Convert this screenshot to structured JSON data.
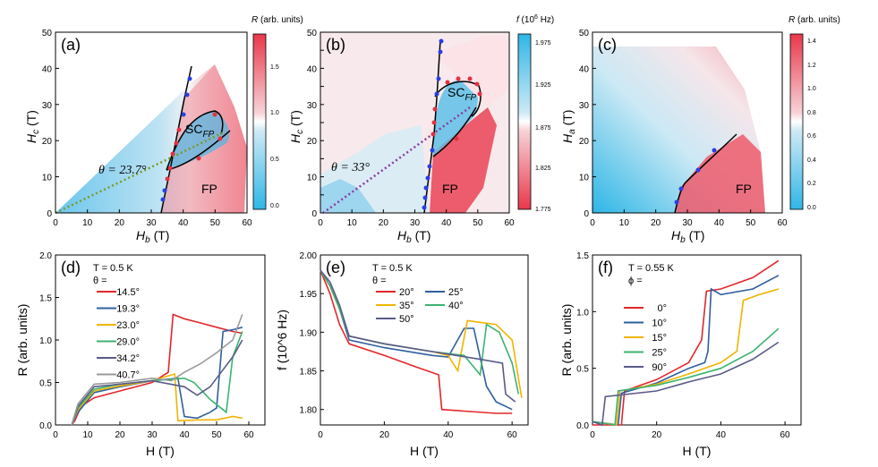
{
  "panels": [
    {
      "id": "a",
      "letter": "(a)",
      "xlabel": "H_b (T)",
      "ylabel": "H_c (T)",
      "colorbar_label": "R (arb. units)",
      "angle_label": "θ = 23.7°",
      "sc_label": "SC_FP",
      "fp_label": "FP",
      "xlim": [
        0,
        60
      ],
      "ylim": [
        0,
        50
      ],
      "xticks": [
        0,
        10,
        20,
        30,
        40,
        50,
        60
      ],
      "yticks": [
        0,
        10,
        20,
        30,
        40,
        50
      ],
      "cbar_ticks": [
        "1.5",
        "1.0",
        "0.5",
        "0.0"
      ]
    },
    {
      "id": "b",
      "letter": "(b)",
      "xlabel": "H_b (T)",
      "ylabel": "H_c (T)",
      "colorbar_label": "f (10^6 Hz)",
      "angle_label": "θ = 33°",
      "sc_label": "SC_FP",
      "fp_label": "FP",
      "xlim": [
        0,
        60
      ],
      "ylim": [
        0,
        50
      ],
      "xticks": [
        0,
        10,
        20,
        30,
        40,
        50,
        60
      ],
      "yticks": [
        0,
        5,
        10,
        15,
        20,
        25,
        30,
        35,
        40,
        45,
        50
      ],
      "cbar_ticks": [
        "1.975",
        "1.925",
        "1.875",
        "1.825",
        "1.775"
      ]
    },
    {
      "id": "c",
      "letter": "(c)",
      "xlabel": "H_b (T)",
      "ylabel": "H_a (T)",
      "colorbar_label": "R (arb. units)",
      "fp_label": "FP",
      "xlim": [
        0,
        60
      ],
      "ylim": [
        0,
        50
      ],
      "xticks": [
        0,
        10,
        20,
        30,
        40,
        50,
        60
      ],
      "yticks": [
        0,
        10,
        20,
        30,
        40,
        50
      ],
      "cbar_ticks": [
        "1.4",
        "1.2",
        "1.0",
        "0.8",
        "0.6",
        "0.4",
        "0.2",
        "0.0"
      ]
    }
  ],
  "chart_data": [
    {
      "type": "line",
      "panel": "(d)",
      "title_lines": [
        "T = 0.5 K",
        "θ ="
      ],
      "xlabel": "H (T)",
      "ylabel": "R (arb. units)",
      "xlim": [
        0,
        65
      ],
      "ylim": [
        0,
        2.0
      ],
      "xticks": [
        0,
        10,
        20,
        30,
        40,
        50,
        60
      ],
      "yticks": [
        0,
        0.5,
        1.0,
        1.5,
        2.0
      ],
      "series": [
        {
          "name": "14.5°",
          "color": "#e3262b",
          "points": [
            [
              5,
              0
            ],
            [
              6,
              0.05
            ],
            [
              8,
              0.22
            ],
            [
              12,
              0.32
            ],
            [
              20,
              0.4
            ],
            [
              30,
              0.5
            ],
            [
              35,
              0.62
            ],
            [
              36.5,
              1.3
            ],
            [
              40,
              1.25
            ],
            [
              45,
              1.2
            ],
            [
              50,
              1.15
            ],
            [
              55,
              1.1
            ],
            [
              58,
              1.08
            ]
          ]
        },
        {
          "name": "19.3°",
          "color": "#2f5f9e",
          "points": [
            [
              5,
              0
            ],
            [
              7,
              0.15
            ],
            [
              12,
              0.38
            ],
            [
              20,
              0.45
            ],
            [
              30,
              0.52
            ],
            [
              38,
              0.55
            ],
            [
              40,
              0.1
            ],
            [
              44,
              0.08
            ],
            [
              48,
              0.15
            ],
            [
              50,
              0.2
            ],
            [
              52,
              1.1
            ],
            [
              55,
              1.12
            ],
            [
              58,
              1.15
            ]
          ]
        },
        {
          "name": "23.0°",
          "color": "#f0b400",
          "points": [
            [
              5,
              0
            ],
            [
              7,
              0.18
            ],
            [
              12,
              0.4
            ],
            [
              20,
              0.46
            ],
            [
              30,
              0.52
            ],
            [
              37,
              0.6
            ],
            [
              38,
              0.05
            ],
            [
              45,
              0.06
            ],
            [
              50,
              0.06
            ],
            [
              55,
              0.1
            ],
            [
              58,
              0.08
            ]
          ]
        },
        {
          "name": "29.0°",
          "color": "#3cb371",
          "points": [
            [
              5,
              0
            ],
            [
              7,
              0.2
            ],
            [
              12,
              0.42
            ],
            [
              20,
              0.48
            ],
            [
              30,
              0.52
            ],
            [
              40,
              0.55
            ],
            [
              43,
              0.5
            ],
            [
              48,
              0.3
            ],
            [
              53,
              0.15
            ],
            [
              55,
              0.8
            ],
            [
              58,
              1.1
            ]
          ]
        },
        {
          "name": "34.2°",
          "color": "#5a5a8a",
          "points": [
            [
              5,
              0
            ],
            [
              7,
              0.22
            ],
            [
              12,
              0.45
            ],
            [
              20,
              0.48
            ],
            [
              30,
              0.52
            ],
            [
              40,
              0.45
            ],
            [
              44,
              0.35
            ],
            [
              48,
              0.45
            ],
            [
              52,
              0.65
            ],
            [
              55,
              0.8
            ],
            [
              58,
              1.0
            ]
          ]
        },
        {
          "name": "40.7°",
          "color": "#9a9a9a",
          "points": [
            [
              5,
              0
            ],
            [
              7,
              0.25
            ],
            [
              12,
              0.48
            ],
            [
              20,
              0.5
            ],
            [
              30,
              0.55
            ],
            [
              36,
              0.52
            ],
            [
              40,
              0.62
            ],
            [
              45,
              0.72
            ],
            [
              50,
              0.85
            ],
            [
              55,
              1.0
            ],
            [
              58,
              1.3
            ]
          ]
        }
      ]
    },
    {
      "type": "line",
      "panel": "(e)",
      "title_lines": [
        "T = 0.5 K",
        "θ ="
      ],
      "xlabel": "H (T)",
      "ylabel": "f (10^6 Hz)",
      "xlim": [
        0,
        65
      ],
      "ylim": [
        1.78,
        2.0
      ],
      "xticks": [
        0,
        20,
        40,
        60
      ],
      "yticks": [
        1.8,
        1.85,
        1.9,
        1.95,
        2.0
      ],
      "series": [
        {
          "name": "20°",
          "color": "#e3262b",
          "points": [
            [
              0,
              1.98
            ],
            [
              3,
              1.95
            ],
            [
              6,
              1.91
            ],
            [
              9,
              1.885
            ],
            [
              20,
              1.87
            ],
            [
              30,
              1.855
            ],
            [
              37,
              1.845
            ],
            [
              38,
              1.8
            ],
            [
              45,
              1.798
            ],
            [
              55,
              1.795
            ],
            [
              60,
              1.795
            ]
          ]
        },
        {
          "name": "25°",
          "color": "#2f5f9e",
          "points": [
            [
              0,
              1.98
            ],
            [
              3,
              1.96
            ],
            [
              6,
              1.93
            ],
            [
              9,
              1.89
            ],
            [
              20,
              1.88
            ],
            [
              35,
              1.87
            ],
            [
              40,
              1.868
            ],
            [
              45,
              1.905
            ],
            [
              48,
              1.905
            ],
            [
              52,
              1.83
            ],
            [
              55,
              1.81
            ],
            [
              60,
              1.8
            ]
          ]
        },
        {
          "name": "35°",
          "color": "#f0b400",
          "points": [
            [
              0,
              1.98
            ],
            [
              3,
              1.96
            ],
            [
              6,
              1.93
            ],
            [
              9,
              1.895
            ],
            [
              20,
              1.885
            ],
            [
              35,
              1.875
            ],
            [
              40,
              1.87
            ],
            [
              43,
              1.85
            ],
            [
              46,
              1.915
            ],
            [
              55,
              1.91
            ],
            [
              60,
              1.89
            ],
            [
              63,
              1.815
            ]
          ]
        },
        {
          "name": "40°",
          "color": "#3cb371",
          "points": [
            [
              0,
              1.98
            ],
            [
              3,
              1.96
            ],
            [
              6,
              1.93
            ],
            [
              9,
              1.895
            ],
            [
              20,
              1.885
            ],
            [
              35,
              1.875
            ],
            [
              45,
              1.87
            ],
            [
              50,
              1.845
            ],
            [
              52,
              1.91
            ],
            [
              56,
              1.9
            ],
            [
              60,
              1.86
            ],
            [
              62,
              1.82
            ]
          ]
        },
        {
          "name": "50°",
          "color": "#5a5a8a",
          "points": [
            [
              0,
              1.98
            ],
            [
              3,
              1.965
            ],
            [
              6,
              1.935
            ],
            [
              9,
              1.895
            ],
            [
              20,
              1.885
            ],
            [
              35,
              1.875
            ],
            [
              50,
              1.865
            ],
            [
              57,
              1.86
            ],
            [
              58,
              1.82
            ],
            [
              61,
              1.81
            ]
          ]
        }
      ]
    },
    {
      "type": "line",
      "panel": "(f)",
      "title_lines": [
        "T = 0.55 K",
        "ϕ ="
      ],
      "xlabel": "H (T)",
      "ylabel": "R (arb. units)",
      "xlim": [
        0,
        65
      ],
      "ylim": [
        0,
        1.5
      ],
      "xticks": [
        0,
        20,
        40,
        60
      ],
      "yticks": [
        0,
        0.5,
        1.0,
        1.5
      ],
      "series": [
        {
          "name": "0°",
          "color": "#e3262b",
          "points": [
            [
              0,
              0
            ],
            [
              9,
              0
            ],
            [
              10,
              0.3
            ],
            [
              20,
              0.4
            ],
            [
              30,
              0.55
            ],
            [
              34,
              0.75
            ],
            [
              35.5,
              1.18
            ],
            [
              40,
              1.2
            ],
            [
              50,
              1.3
            ],
            [
              58,
              1.45
            ]
          ]
        },
        {
          "name": "10°",
          "color": "#2f5f9e",
          "points": [
            [
              0,
              0.03
            ],
            [
              8,
              0
            ],
            [
              9,
              0.28
            ],
            [
              20,
              0.37
            ],
            [
              30,
              0.5
            ],
            [
              35,
              0.55
            ],
            [
              36,
              0.65
            ],
            [
              37,
              1.2
            ],
            [
              40,
              1.15
            ],
            [
              50,
              1.2
            ],
            [
              58,
              1.32
            ]
          ]
        },
        {
          "name": "15°",
          "color": "#f0b400",
          "points": [
            [
              0,
              0.03
            ],
            [
              7.5,
              0
            ],
            [
              8.5,
              0.3
            ],
            [
              20,
              0.36
            ],
            [
              30,
              0.45
            ],
            [
              40,
              0.55
            ],
            [
              45,
              0.65
            ],
            [
              47,
              1.1
            ],
            [
              52,
              1.15
            ],
            [
              58,
              1.2
            ]
          ]
        },
        {
          "name": "25°",
          "color": "#3cb371",
          "points": [
            [
              0,
              0.03
            ],
            [
              7,
              0
            ],
            [
              8,
              0.3
            ],
            [
              20,
              0.35
            ],
            [
              30,
              0.42
            ],
            [
              40,
              0.5
            ],
            [
              50,
              0.65
            ],
            [
              58,
              0.85
            ]
          ]
        },
        {
          "name": "90°",
          "color": "#5a5a8a",
          "points": [
            [
              0,
              0.03
            ],
            [
              3,
              0
            ],
            [
              4,
              0.25
            ],
            [
              20,
              0.3
            ],
            [
              30,
              0.38
            ],
            [
              40,
              0.45
            ],
            [
              50,
              0.58
            ],
            [
              58,
              0.73
            ]
          ]
        }
      ]
    }
  ]
}
